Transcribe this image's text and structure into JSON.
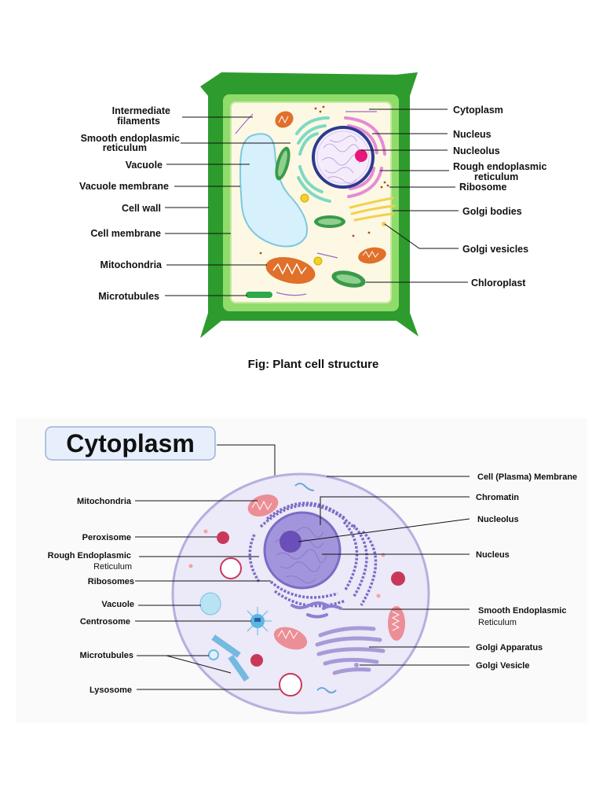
{
  "plant": {
    "caption": "Fig: Plant cell structure",
    "labels_left": {
      "intermediate_1": "Intermediate",
      "intermediate_2": "filaments",
      "ser_1": "Smooth endoplasmic",
      "ser_2": "reticulum",
      "vacuole": "Vacuole",
      "vacuole_membrane": "Vacuole membrane",
      "cell_wall": "Cell wall",
      "cell_membrane": "Cell membrane",
      "mitochondria": "Mitochondria",
      "microtubules": "Microtubules"
    },
    "labels_right": {
      "cytoplasm": "Cytoplasm",
      "nucleus": "Nucleus",
      "nucleolus": "Nucleolus",
      "rer_1": "Rough endoplasmic",
      "rer_2": "reticulum",
      "ribosome": "Ribosome",
      "golgi_bodies": "Golgi bodies",
      "golgi_vesicles": "Golgi vesicles",
      "chloroplast": "Chloroplast"
    },
    "colors": {
      "wall_dark": "#2e9b2e",
      "wall_light": "#8fdc6a",
      "cytoplasm": "#fdf8e4",
      "vacuole": "#d6f1fb",
      "nucleus_ring": "#2b3b8f",
      "nucleolus": "#e8177a",
      "rer": "#e58ad9",
      "ser": "#7fd9c3",
      "mitochondria": "#e0702a",
      "chloroplast": "#3a9a4a",
      "golgi": "#f2d14c"
    }
  },
  "animal": {
    "title": "Cytoplasm",
    "labels_left": {
      "mitochondria": "Mitochondria",
      "peroxisome": "Peroxisome",
      "rer_1": "Rough Endoplasmic",
      "rer_2": "Reticulum",
      "ribosomes": "Ribosomes",
      "vacuole": "Vacuole",
      "centrosome": "Centrosome",
      "microtubules": "Microtubules",
      "lysosome": "Lysosome"
    },
    "labels_right": {
      "cell_membrane": "Cell (Plasma) Membrane",
      "chromatin": "Chromatin",
      "nucleolus": "Nucleolus",
      "nucleus": "Nucleus",
      "ser_1": "Smooth Endoplasmic",
      "ser_2": "Reticulum",
      "golgi_apparatus": "Golgi Apparatus",
      "golgi_vesicle": "Golgi Vesicle"
    },
    "colors": {
      "cell_fill": "#ece9f8",
      "cell_border": "#b7aee0",
      "nucleus": "#8c7fd1",
      "nucleolus": "#6a4fb8",
      "er": "#7c6bc5",
      "mitochondria": "#ec8e96",
      "peroxisome": "#c9385a",
      "title_box": "#e6effb"
    }
  }
}
